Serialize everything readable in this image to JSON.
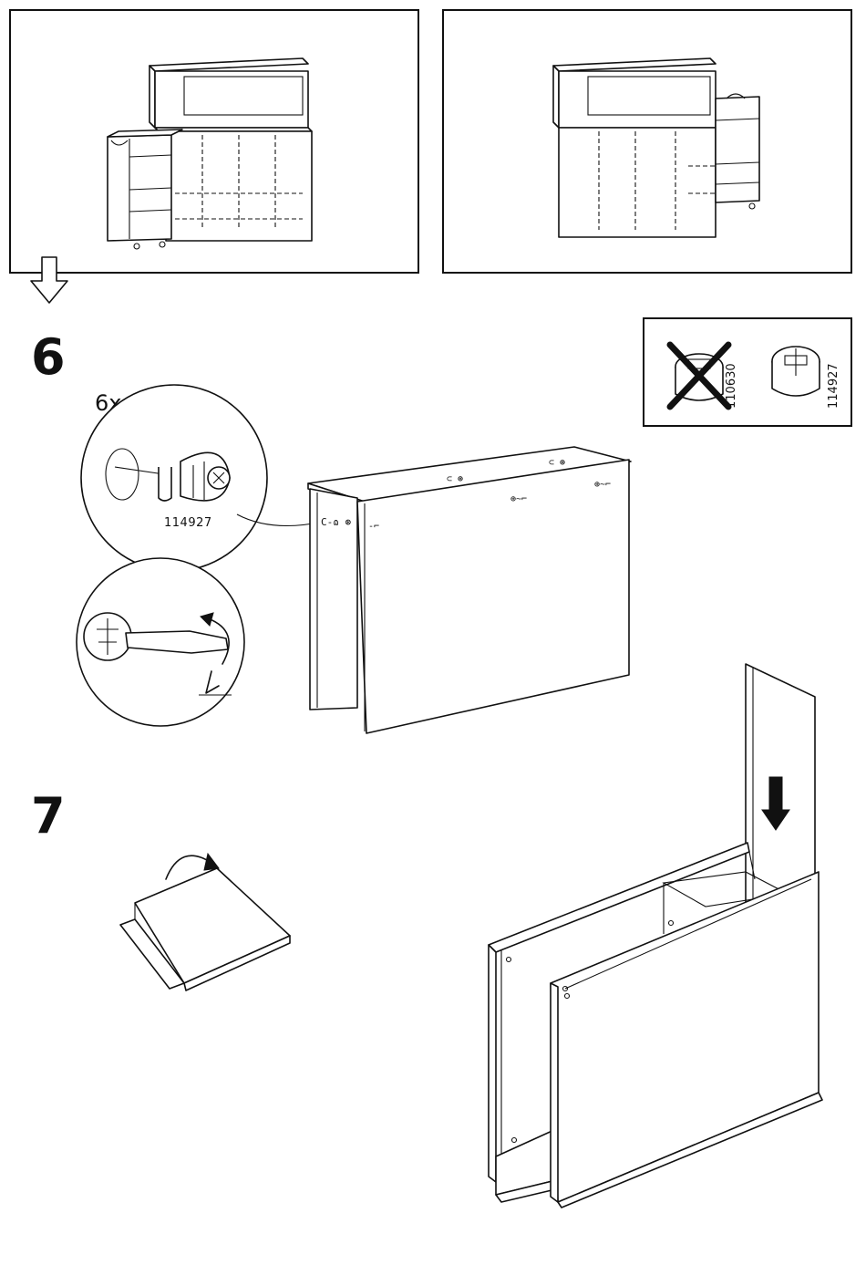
{
  "steps": {
    "step6": {
      "number": "6",
      "quantity": "6x",
      "part_number": "114927"
    },
    "step7": {
      "number": "7"
    }
  },
  "fitting_compare": {
    "wrong_part": "110630",
    "correct_part": "114927"
  },
  "icons": [
    "down-arrow-icon",
    "rotate-arrow-icon",
    "cross-mark-icon",
    "screwdriver-icon",
    "cam-lock-icon"
  ]
}
